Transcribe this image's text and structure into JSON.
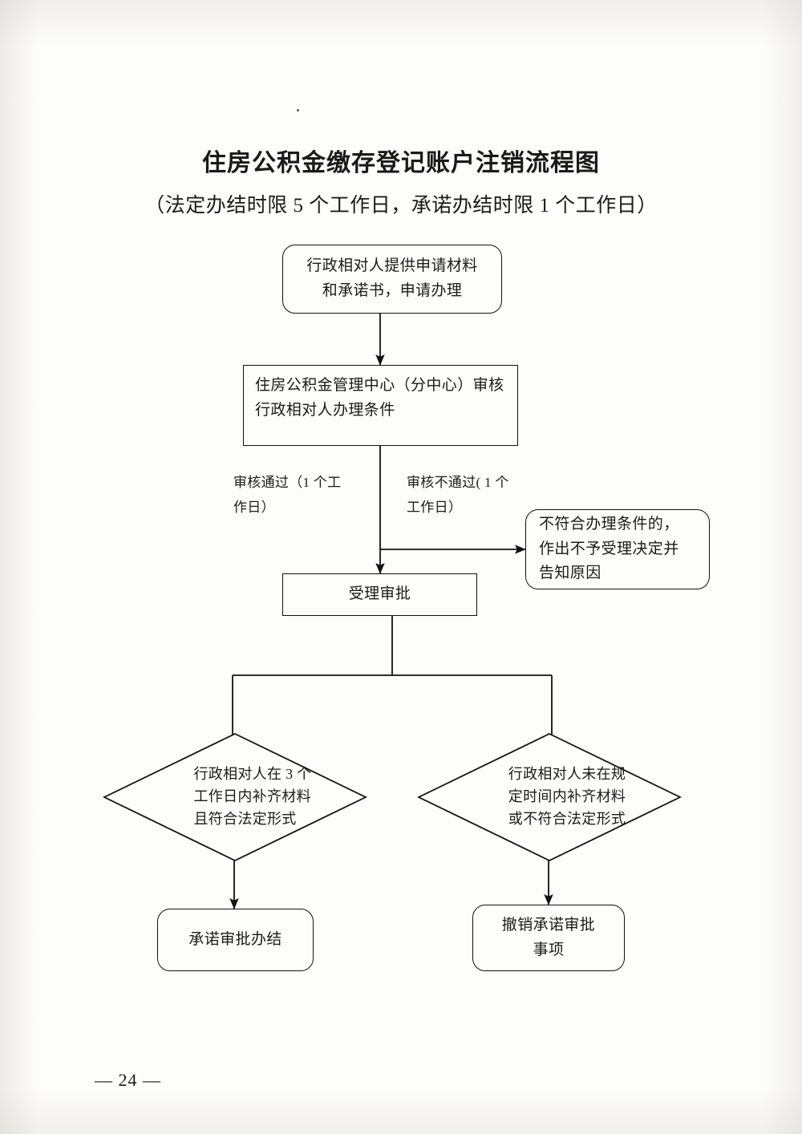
{
  "document": {
    "title": "住房公积金缴存登记账户注销流程图",
    "subtitle": "（法定办结时限 5 个工作日，承诺办结时限 1 个工作日）",
    "page_number": "— 24 —"
  },
  "flowchart": {
    "type": "flowchart",
    "nodes": [
      {
        "id": "apply",
        "shape": "rounded-rectangle",
        "lines": [
          "行政相对人提供申请材料",
          "和承诺书，申请办理"
        ]
      },
      {
        "id": "review",
        "shape": "rectangle",
        "lines": [
          "住房公积金管理中心（分中心）审核",
          "行政相对人办理条件"
        ]
      },
      {
        "id": "reject",
        "shape": "rounded-rectangle",
        "lines": [
          "不符合办理条件的，",
          "作出不予受理决定并",
          "告知原因"
        ]
      },
      {
        "id": "accept",
        "shape": "rectangle",
        "lines": [
          "受理审批"
        ]
      },
      {
        "id": "decision_pass",
        "shape": "diamond",
        "lines": [
          "行政相对人在 3 个",
          "工作日内补齐材料",
          "且符合法定形式"
        ]
      },
      {
        "id": "decision_fail",
        "shape": "diamond",
        "lines": [
          "行政相对人未在规",
          "定时间内补齐材料",
          "或不符合法定形式"
        ]
      },
      {
        "id": "finish",
        "shape": "rounded-rectangle",
        "lines": [
          "承诺审批办结"
        ]
      },
      {
        "id": "cancel",
        "shape": "rounded-rectangle",
        "lines": [
          "撤销承诺审批",
          "事项"
        ]
      }
    ],
    "edge_labels": [
      {
        "id": "pass_label",
        "lines": [
          "审核通过（1 个工",
          "作日）"
        ]
      },
      {
        "id": "fail_label",
        "lines": [
          "审核不通过( 1 个",
          "工作日）"
        ]
      }
    ],
    "colors": {
      "stroke": "#111111",
      "text": "#1a1a1a",
      "background": "#ffffff"
    }
  }
}
